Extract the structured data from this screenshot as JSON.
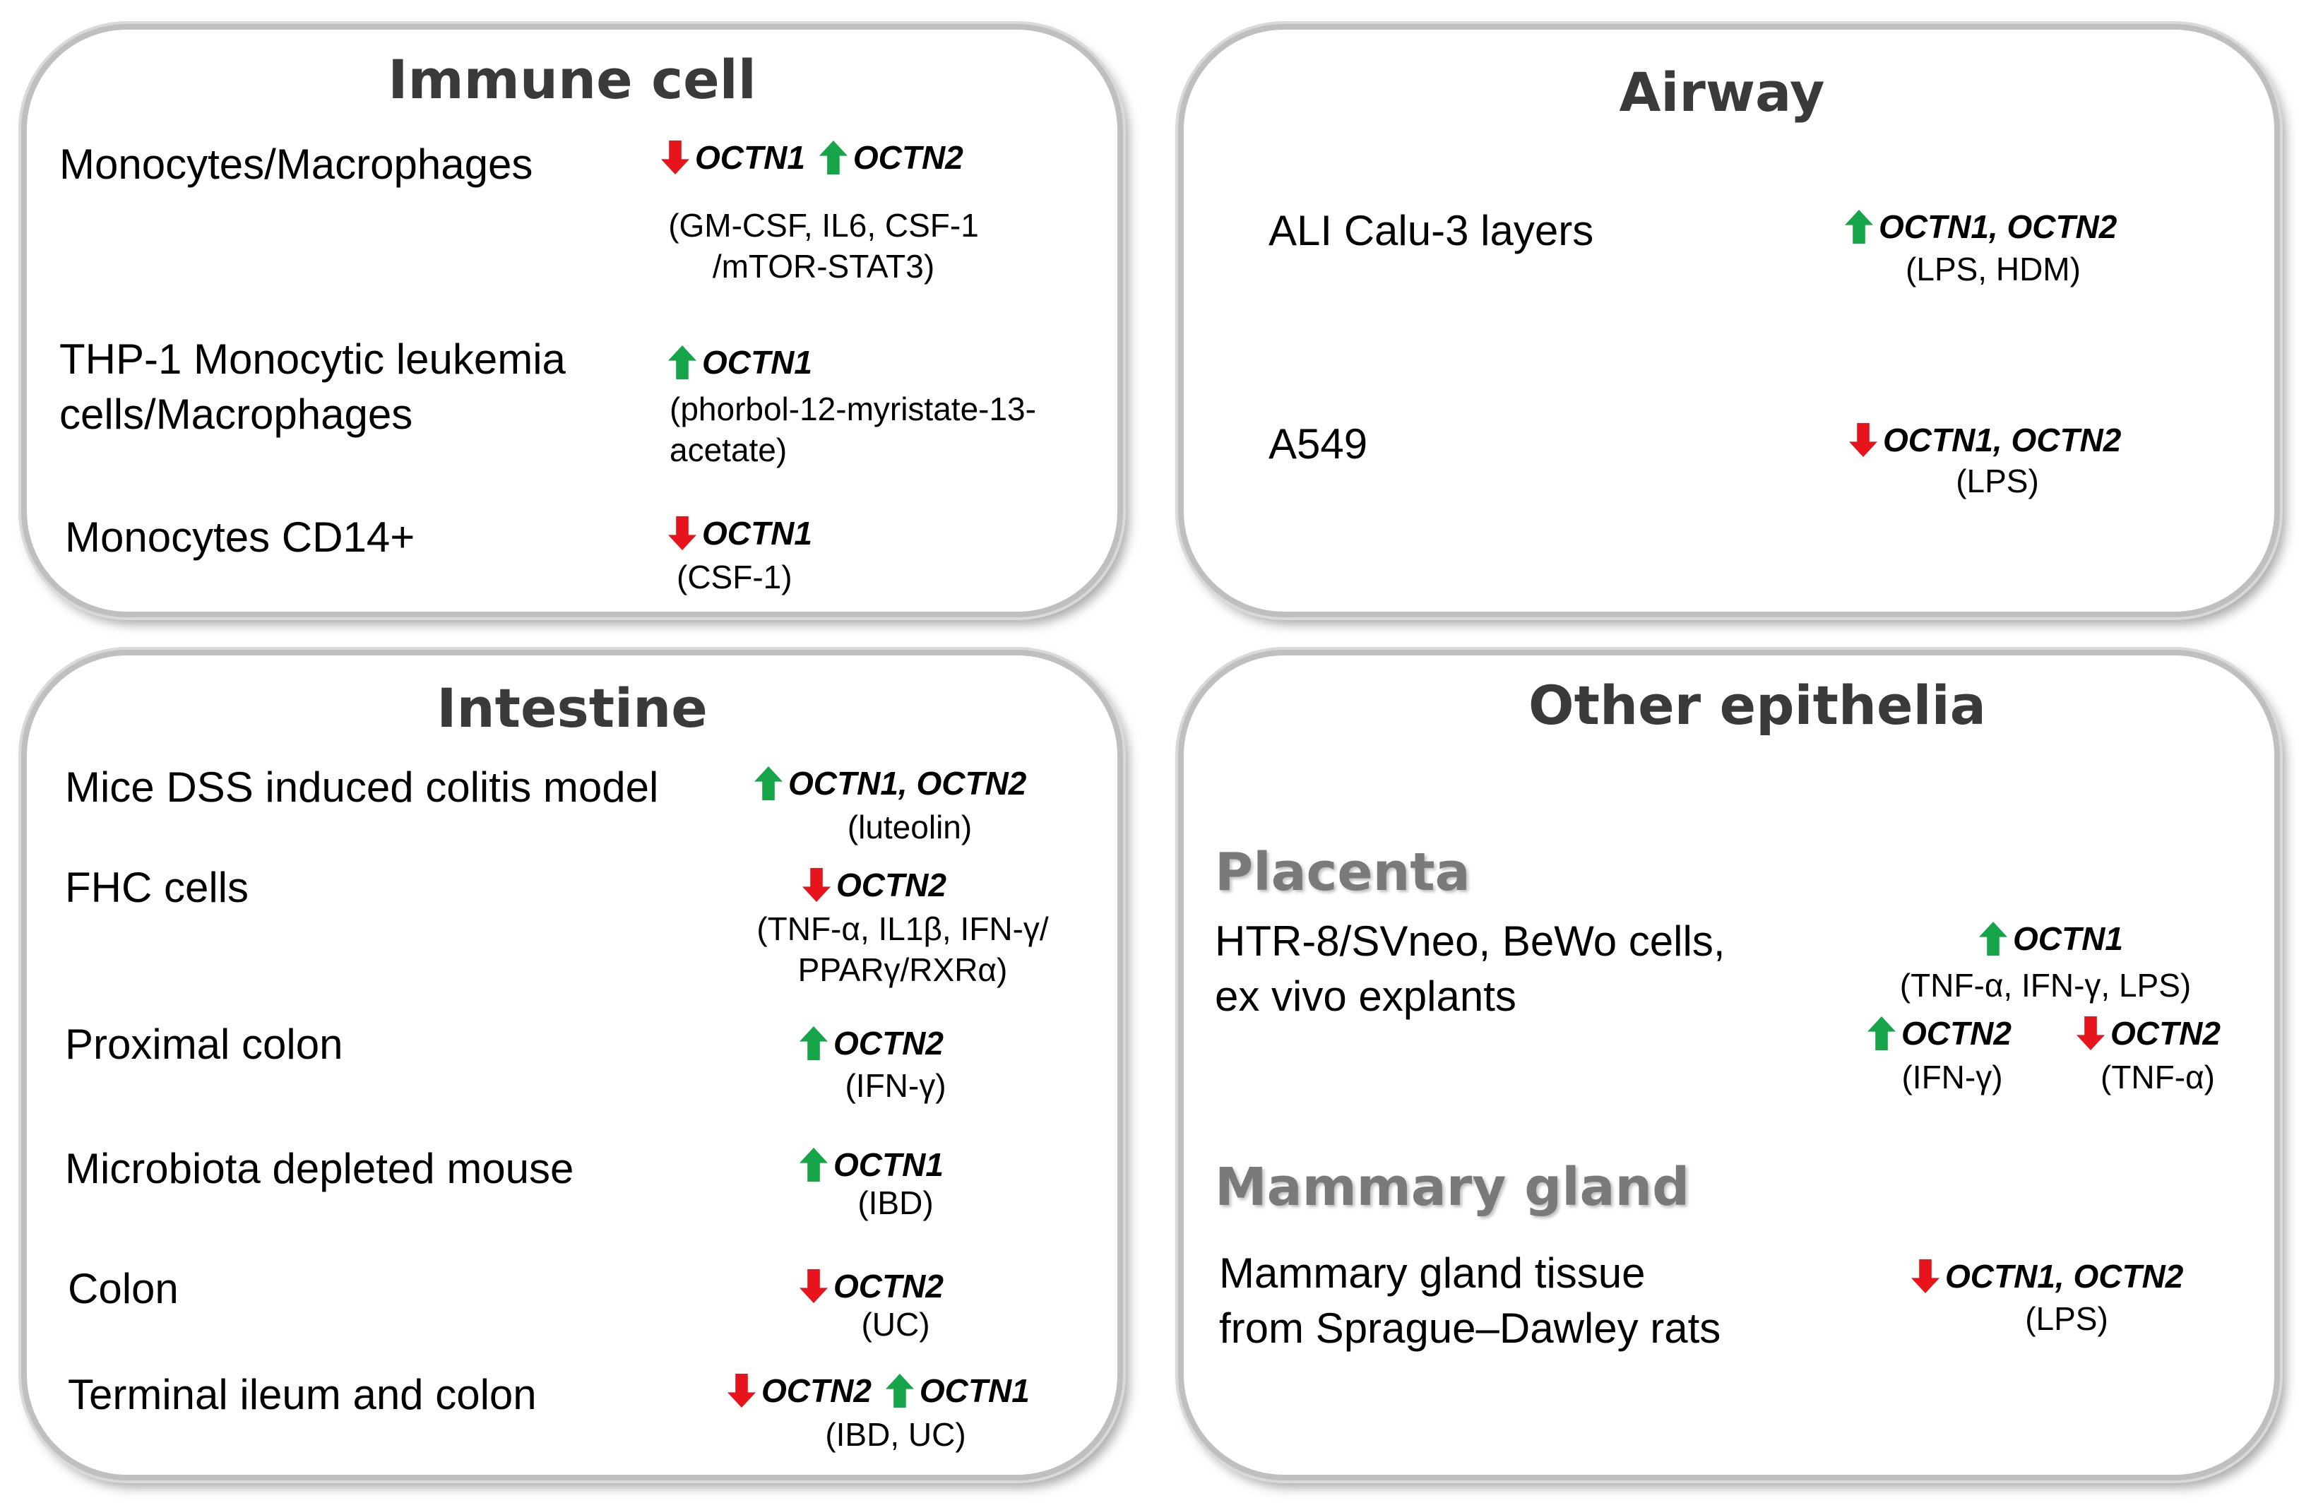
{
  "panels": {
    "immune": {
      "title": "Immune cell",
      "items": [
        {
          "label": [
            "Monocytes/Macrophages"
          ],
          "genes": [
            {
              "dir": "down",
              "text": "OCTN1"
            },
            {
              "dir": "up",
              "text": "OCTN2"
            }
          ],
          "cond": [
            "(GM-CSF, IL6, CSF-1",
            "/mTOR-STAT3)"
          ]
        },
        {
          "label": [
            "THP-1 Monocytic leukemia",
            "cells/Macrophages"
          ],
          "genes": [
            {
              "dir": "up",
              "text": "OCTN1"
            }
          ],
          "cond": [
            "(phorbol-12-myristate-13-",
            "acetate)"
          ]
        },
        {
          "label": [
            "Monocytes CD14+"
          ],
          "genes": [
            {
              "dir": "down",
              "text": "OCTN1"
            }
          ],
          "cond": [
            "(CSF-1)"
          ]
        }
      ]
    },
    "airway": {
      "title": "Airway",
      "items": [
        {
          "label": [
            "ALI Calu-3 layers"
          ],
          "genes": [
            {
              "dir": "up",
              "text": "OCTN1, OCTN2"
            }
          ],
          "cond": [
            "(LPS, HDM)"
          ]
        },
        {
          "label": [
            "A549"
          ],
          "genes": [
            {
              "dir": "down",
              "text": "OCTN1, OCTN2"
            }
          ],
          "cond": [
            "(LPS)"
          ]
        }
      ]
    },
    "intestine": {
      "title": "Intestine",
      "items": [
        {
          "label": [
            "Mice DSS induced colitis model"
          ],
          "genes": [
            {
              "dir": "up",
              "text": "OCTN1, OCTN2"
            }
          ],
          "cond": [
            "(luteolin)"
          ]
        },
        {
          "label": [
            "FHC cells"
          ],
          "genes": [
            {
              "dir": "down",
              "text": "OCTN2"
            }
          ],
          "cond": [
            "(TNF-α, IL1β, IFN-γ/",
            "PPARγ/RXRα)"
          ]
        },
        {
          "label": [
            "Proximal colon"
          ],
          "genes": [
            {
              "dir": "up",
              "text": "OCTN2"
            }
          ],
          "cond": [
            "(IFN-γ)"
          ]
        },
        {
          "label": [
            "Microbiota depleted mouse"
          ],
          "genes": [
            {
              "dir": "up",
              "text": "OCTN1"
            }
          ],
          "cond": [
            "(IBD)"
          ]
        },
        {
          "label": [
            "Colon"
          ],
          "genes": [
            {
              "dir": "down",
              "text": "OCTN2"
            }
          ],
          "cond": [
            "(UC)"
          ]
        },
        {
          "label": [
            "Terminal ileum and colon"
          ],
          "genes": [
            {
              "dir": "down",
              "text": "OCTN2"
            },
            {
              "dir": "up",
              "text": "OCTN1"
            }
          ],
          "cond": [
            "(IBD, UC)"
          ]
        }
      ]
    },
    "other": {
      "title": "Other epithelia",
      "placenta": {
        "heading": "Placenta",
        "label": [
          "HTR-8/SVneo, BeWo cells,",
          "ex vivo explants"
        ],
        "genes": [
          {
            "dir": "up",
            "text": "OCTN1"
          }
        ],
        "cond": [
          "(TNF-α, IFN-γ, LPS)"
        ],
        "sub": [
          {
            "dir": "up",
            "text": "OCTN2",
            "cond": "(IFN-γ)"
          },
          {
            "dir": "down",
            "text": "OCTN2",
            "cond": "(TNF-α)"
          }
        ]
      },
      "mammary": {
        "heading": "Mammary gland",
        "label": [
          "Mammary gland tissue",
          "from Sprague–Dawley rats"
        ],
        "genes": [
          {
            "dir": "down",
            "text": "OCTN1, OCTN2"
          }
        ],
        "cond": [
          "(LPS)"
        ]
      }
    }
  },
  "colors": {
    "up_arrow": "#17a54a",
    "down_arrow": "#e8141b",
    "panel_border": "#bfbfbf"
  }
}
